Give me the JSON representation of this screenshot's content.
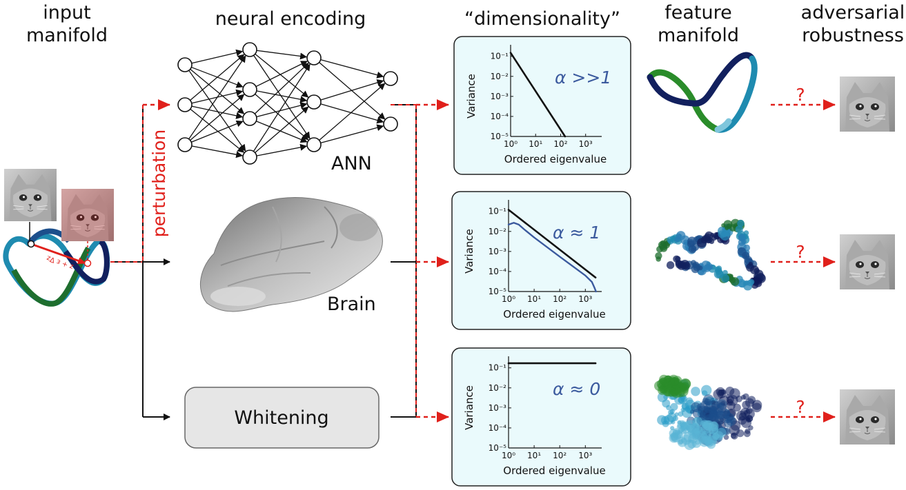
{
  "headers": {
    "input_manifold": [
      "input",
      "manifold"
    ],
    "neural_encoding": "neural encoding",
    "dimensionality": "“dimensionality”",
    "feature_manifold": [
      "feature",
      "manifold"
    ],
    "adversarial_robustness": [
      "adversarial",
      "robustness"
    ]
  },
  "labels": {
    "perturbation": "perturbation",
    "gradient": "z + ε ∇z",
    "ann": "ANN",
    "brain": "Brain",
    "whitening": "Whitening",
    "question": "?"
  },
  "colors": {
    "accent_red": "#e0201b",
    "panel_fill": "#eafafc",
    "alpha_blue": "#3b5a9e",
    "box_fill": "#e6e6e6"
  },
  "icons": [
    "cat-photo-icon",
    "perturbed-cat-photo-icon",
    "mouse-brain-icon",
    "neural-network-icon"
  ],
  "chart_data": [
    {
      "type": "line",
      "annotation": "α >>1",
      "xlabel": "Ordered eigenvalue",
      "ylabel": "Variance",
      "xscale": "log",
      "yscale": "log",
      "xlim": [
        1,
        3000
      ],
      "ylim": [
        1e-05,
        0.2
      ],
      "xticks": [
        {
          "v": 1,
          "label": "10⁰"
        },
        {
          "v": 10,
          "label": "10¹"
        },
        {
          "v": 100,
          "label": "10²"
        },
        {
          "v": 1000,
          "label": "10³"
        }
      ],
      "yticks": [
        {
          "v": 0.1,
          "label": "10⁻¹"
        },
        {
          "v": 0.01,
          "label": "10⁻²"
        },
        {
          "v": 0.001,
          "label": "10⁻³"
        },
        {
          "v": 0.0001,
          "label": "10⁻⁴"
        },
        {
          "v": 1e-05,
          "label": "10⁻⁵"
        }
      ],
      "series": [
        {
          "x": [
            1,
            150
          ],
          "y": [
            0.15,
            1e-05
          ],
          "color": "#111111"
        }
      ]
    },
    {
      "type": "line",
      "annotation": "α ≈ 1",
      "xlabel": "Ordered eigenvalue",
      "ylabel": "Variance",
      "xscale": "log",
      "yscale": "log",
      "xlim": [
        1,
        3000
      ],
      "ylim": [
        1e-05,
        0.2
      ],
      "xticks": [
        {
          "v": 1,
          "label": "10⁰"
        },
        {
          "v": 10,
          "label": "10¹"
        },
        {
          "v": 100,
          "label": "10²"
        },
        {
          "v": 1000,
          "label": "10³"
        }
      ],
      "yticks": [
        {
          "v": 0.1,
          "label": "10⁻¹"
        },
        {
          "v": 0.01,
          "label": "10⁻²"
        },
        {
          "v": 0.001,
          "label": "10⁻³"
        },
        {
          "v": 0.0001,
          "label": "10⁻⁴"
        },
        {
          "v": 1e-05,
          "label": "10⁻⁵"
        }
      ],
      "series": [
        {
          "x": [
            1,
            2500
          ],
          "y": [
            0.12,
            5e-05
          ],
          "color": "#111111"
        },
        {
          "x": [
            1,
            1.6,
            2.5,
            4,
            10,
            100,
            1000,
            1800,
            2300,
            2600
          ],
          "y": [
            0.022,
            0.027,
            0.022,
            0.013,
            0.005,
            0.00055,
            6.3e-05,
            3e-05,
            1.5e-05,
            1e-05
          ],
          "color": "#3b5a9e"
        }
      ]
    },
    {
      "type": "line",
      "annotation": "α ≈ 0",
      "xlabel": "Ordered eigenvalue",
      "ylabel": "Variance",
      "xscale": "log",
      "yscale": "log",
      "xlim": [
        1,
        3000
      ],
      "ylim": [
        1e-05,
        0.2
      ],
      "xticks": [
        {
          "v": 1,
          "label": "10⁰"
        },
        {
          "v": 10,
          "label": "10¹"
        },
        {
          "v": 100,
          "label": "10²"
        },
        {
          "v": 1000,
          "label": "10³"
        }
      ],
      "yticks": [
        {
          "v": 0.1,
          "label": "10⁻¹"
        },
        {
          "v": 0.01,
          "label": "10⁻²"
        },
        {
          "v": 0.001,
          "label": "10⁻³"
        },
        {
          "v": 0.0001,
          "label": "10⁻⁴"
        },
        {
          "v": 1e-05,
          "label": "10⁻⁵"
        }
      ],
      "series": [
        {
          "x": [
            1,
            2500
          ],
          "y": [
            0.17,
            0.17
          ],
          "color": "#111111"
        }
      ]
    }
  ]
}
